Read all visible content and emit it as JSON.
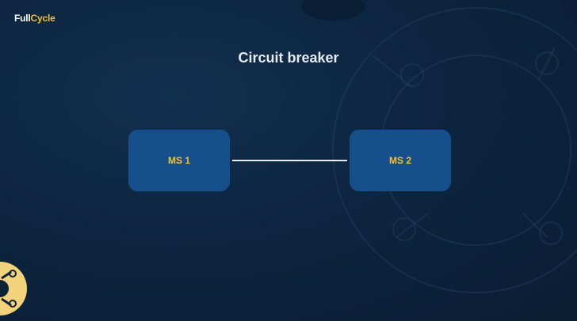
{
  "logo": {
    "part1": "Full",
    "part2": "Cycle"
  },
  "slide": {
    "title": "Circuit breaker"
  },
  "diagram": {
    "nodes": [
      {
        "label": "MS 1"
      },
      {
        "label": "MS 2"
      }
    ],
    "edges": [
      {
        "from": "MS 1",
        "to": "MS 2"
      }
    ]
  },
  "colors": {
    "background": "#0c2238",
    "node_fill": "#16508c",
    "node_text": "#f2c230",
    "title_text": "#e6ebf0",
    "connector": "#e9edf2",
    "brand_accent": "#f2c230"
  }
}
